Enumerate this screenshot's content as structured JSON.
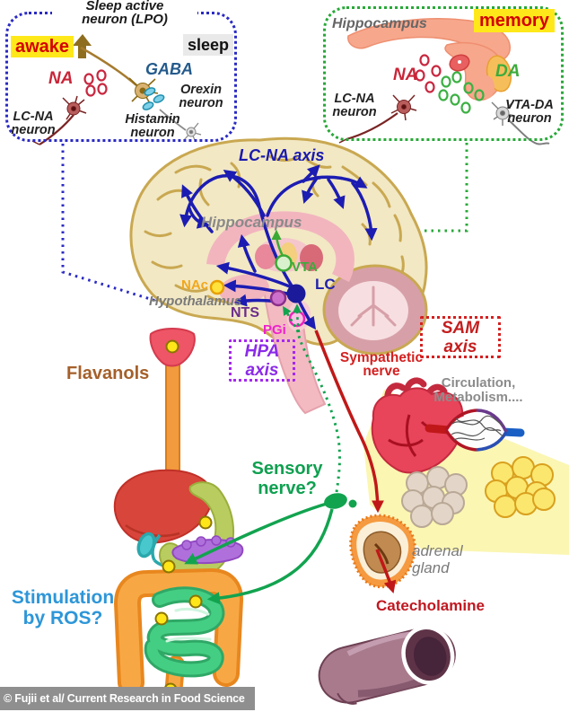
{
  "sleep_box": {
    "title": "Sleep active\nneuron (LPO)",
    "awake": "awake",
    "sleep": "sleep",
    "na": "NA",
    "gaba": "GABA",
    "orexin": "Orexin\nneuron",
    "histamin": "Histamin\nneuron",
    "lc_na": "LC-NA\nneuron"
  },
  "memory_box": {
    "region": "Hippocampus",
    "memory": "memory",
    "na": "NA",
    "da": "DA",
    "lc_na": "LC-NA\nneuron",
    "vta_da": "VTA-DA\nneuron"
  },
  "brain": {
    "axis": "LC-NA axis",
    "hippocampus": "Hippocampus",
    "vta": "VTA",
    "nac": "NAc",
    "hypothalamus": "Hypothalamus",
    "nts": "NTS",
    "lc": "LC",
    "pgi": "PGi"
  },
  "pathways": {
    "hpa": "HPA\naxis",
    "sam": "SAM\naxis",
    "sympathetic": "Sympathetic\nnerve",
    "circulation": "Circulation,\nMetabolism....",
    "sensory": "Sensory\nnerve?",
    "ros": "Stimulation\nby ROS?"
  },
  "periphery": {
    "flavanols": "Flavanols",
    "adrenal": "adrenal\ngland",
    "catecholamine": "Catecholamine"
  },
  "caption": "© Fujii et al/ Current Research in Food Science",
  "colors": {
    "highlight_yellow": "#FFE81A",
    "awake_memory_text": "#D40000",
    "na_red": "#C92538",
    "gaba_blue": "#235A8C",
    "da_green": "#3CAC3C",
    "lcna_axis_blue": "#1A1AAE",
    "hpa_purple": "#8B2BE8",
    "sam_red": "#C41E1E",
    "sensory_green": "#0FA050",
    "ros_blue": "#2E96D8",
    "flavanols_brown": "#A5602A",
    "catecholamine_red": "#C01820",
    "sleep_box_border": "#2A2AC4",
    "memory_box_border": "#28A838"
  }
}
